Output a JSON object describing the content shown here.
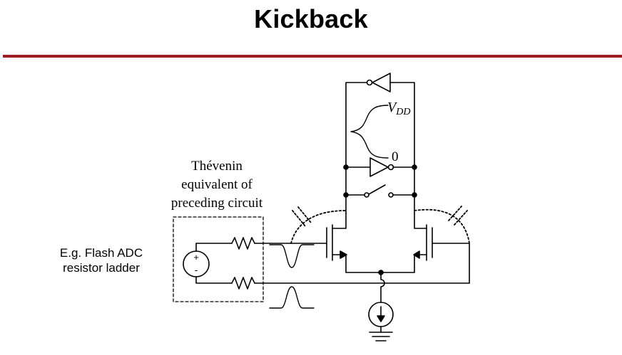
{
  "slide": {
    "title": "Kickback",
    "title_rule_color": "#9c1c1f"
  },
  "note": {
    "line1": "E.g. Flash ADC",
    "line2": "resistor ladder"
  },
  "schematic": {
    "thevenin_label": [
      "Thévenin",
      "equivalent of",
      "preceding circuit"
    ],
    "supply_label_main": "V",
    "supply_label_sub": "DD",
    "zero_label": "0",
    "source_plus": "+",
    "source_minus": "-",
    "icons": [
      "voltage-source-icon",
      "resistor-icon",
      "nmos-transistor-icon",
      "inverter-icon",
      "switch-icon",
      "current-source-icon",
      "ground-icon",
      "pulse-waveform-icon"
    ]
  }
}
